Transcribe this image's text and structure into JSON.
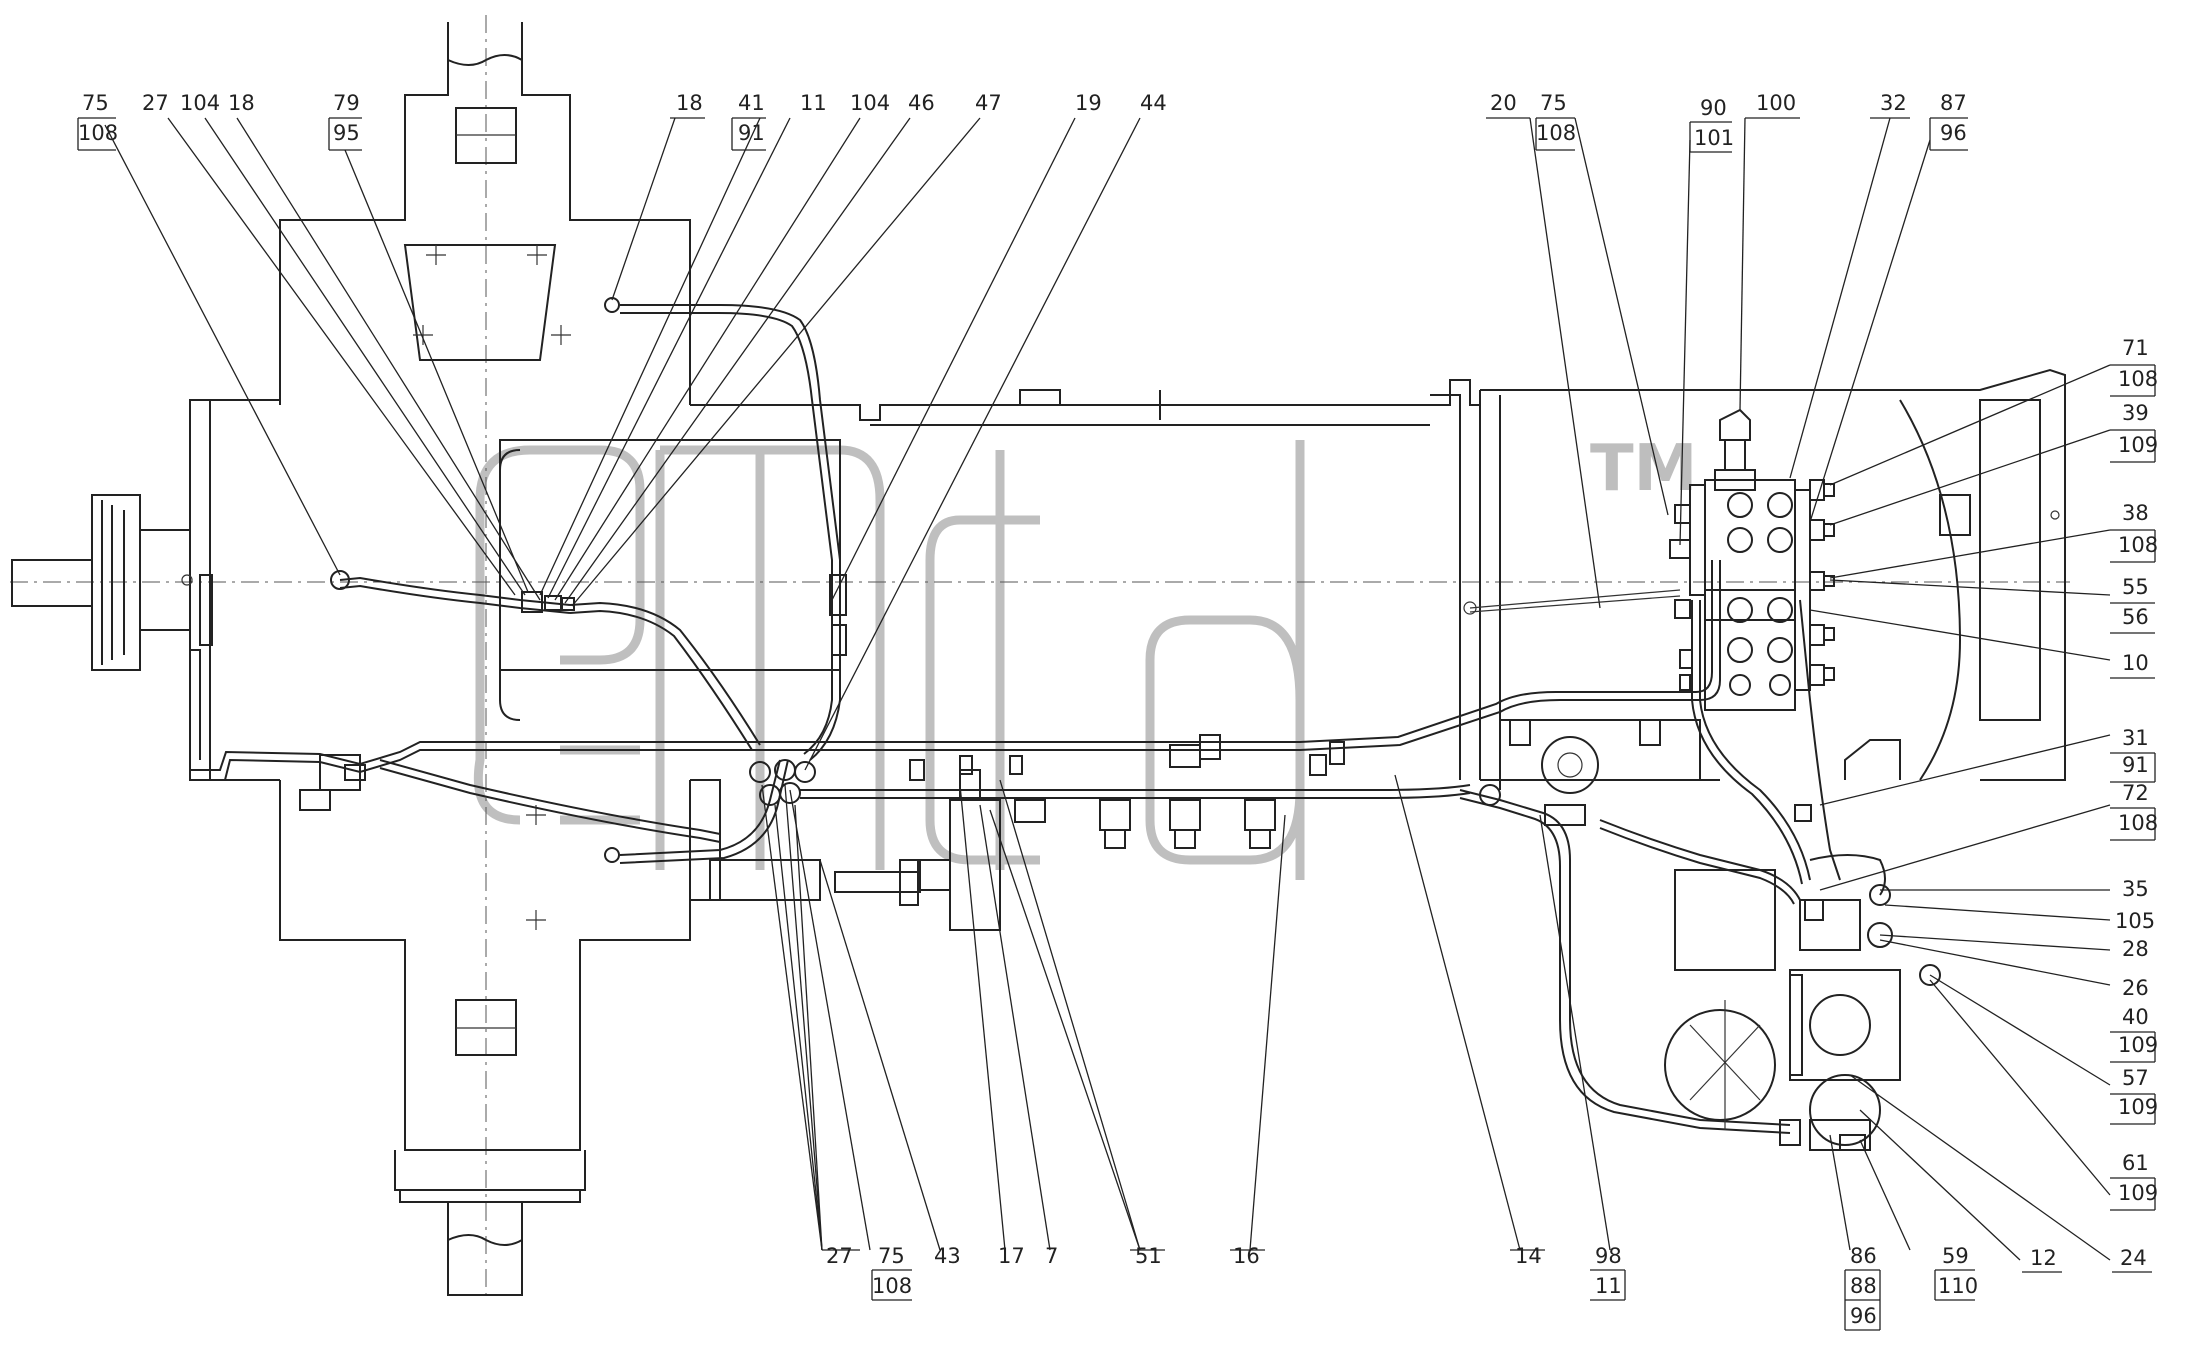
{
  "watermark_mark": "TM",
  "callouts_top": [
    {
      "id": "c1",
      "top": "75",
      "bottom": "108"
    },
    {
      "id": "c2",
      "top": "27"
    },
    {
      "id": "c3",
      "top": "104"
    },
    {
      "id": "c4",
      "top": "18"
    },
    {
      "id": "c5",
      "top": "79",
      "bottom": "95"
    },
    {
      "id": "c6",
      "top": "18"
    },
    {
      "id": "c7",
      "top": "41",
      "bottom": "91"
    },
    {
      "id": "c8",
      "top": "11"
    },
    {
      "id": "c9",
      "top": "104"
    },
    {
      "id": "c10",
      "top": "46"
    },
    {
      "id": "c11",
      "top": "47"
    },
    {
      "id": "c12",
      "top": "19"
    },
    {
      "id": "c13",
      "top": "44"
    },
    {
      "id": "c14",
      "top": "20"
    },
    {
      "id": "c15",
      "top": "75",
      "bottom": "108"
    },
    {
      "id": "c16",
      "top": "90",
      "bottom": "101"
    },
    {
      "id": "c17",
      "top": "100"
    },
    {
      "id": "c18",
      "top": "32"
    },
    {
      "id": "c19",
      "top": "87",
      "bottom": "96"
    }
  ],
  "callouts_right": [
    {
      "top": "71",
      "bottom": "108"
    },
    {
      "top": "39",
      "bottom": "109"
    },
    {
      "top": "38",
      "bottom": "108"
    },
    {
      "top": "55"
    },
    {
      "top": "56"
    },
    {
      "top": "10"
    },
    {
      "top": "31",
      "bottom": "91"
    },
    {
      "top": "72",
      "bottom": "108"
    },
    {
      "top": "35"
    },
    {
      "top": "105"
    },
    {
      "top": "28"
    },
    {
      "top": "26"
    },
    {
      "top": "40",
      "bottom": "109"
    },
    {
      "top": "57",
      "bottom": "109"
    },
    {
      "top": "61",
      "bottom": "109"
    }
  ],
  "callouts_bottom": [
    {
      "top": "27"
    },
    {
      "top": "75",
      "bottom": "108"
    },
    {
      "top": "43"
    },
    {
      "top": "17"
    },
    {
      "top": "7"
    },
    {
      "top": "51"
    },
    {
      "top": "16"
    },
    {
      "top": "14"
    },
    {
      "top": "98",
      "bottom": "11"
    },
    {
      "top": "86",
      "middle": "88",
      "bottom": "96"
    },
    {
      "top": "59",
      "bottom": "110"
    },
    {
      "top": "12"
    },
    {
      "top": "24"
    }
  ]
}
